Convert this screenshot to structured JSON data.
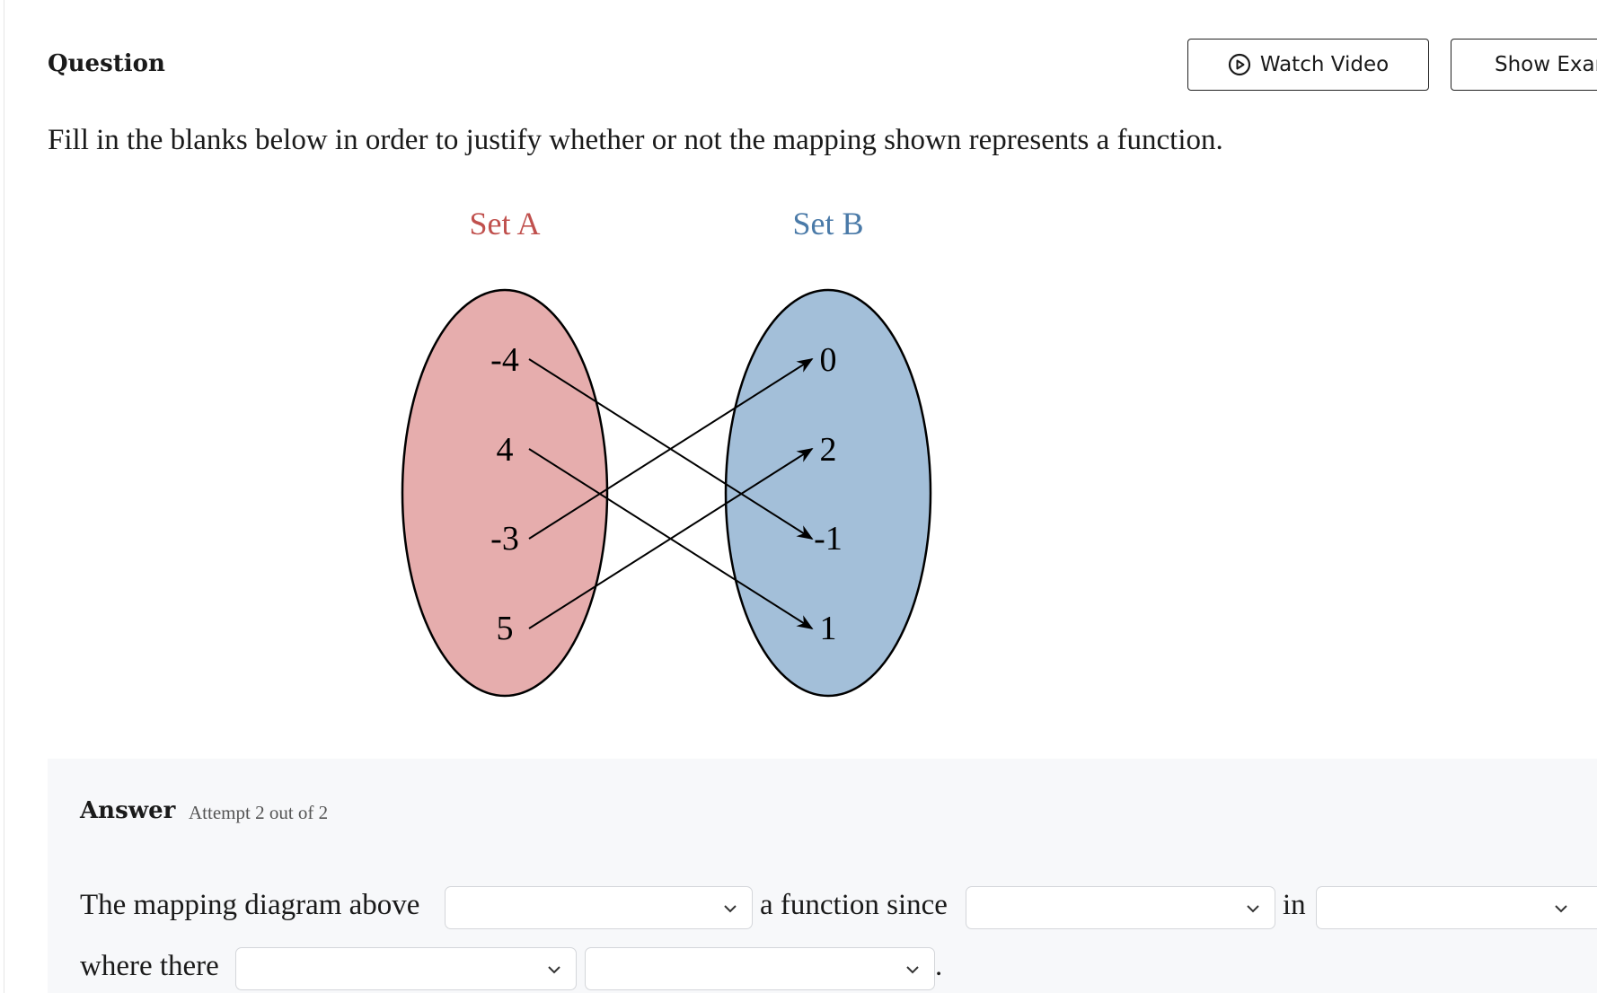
{
  "header": {
    "question_label": "Question",
    "watch_video_label": "Watch Video",
    "show_example_label": "Show Exam"
  },
  "prompt": "Fill in the blanks below in order to justify whether or not the mapping shown represents a function.",
  "diagram": {
    "set_a": {
      "title": "Set A",
      "color": "#c0504d",
      "fill": "#e6adad",
      "elements": [
        "-4",
        "4",
        "-3",
        "5"
      ]
    },
    "set_b": {
      "title": "Set B",
      "color": "#4a7aa8",
      "fill": "#a3bfd9",
      "elements": [
        "0",
        "2",
        "-1",
        "1"
      ]
    },
    "mappings": [
      {
        "from": "-4",
        "to": "-1"
      },
      {
        "from": "4",
        "to": "1"
      },
      {
        "from": "-3",
        "to": "0"
      },
      {
        "from": "5",
        "to": "2"
      }
    ]
  },
  "answer": {
    "label": "Answer",
    "attempt": "Attempt 2 out of 2",
    "sentence": {
      "part1": "The mapping diagram above",
      "part2": "a function since",
      "part3": "in",
      "part4": "where there",
      "part5": "."
    },
    "selects": [
      "",
      "",
      "",
      "",
      ""
    ]
  }
}
